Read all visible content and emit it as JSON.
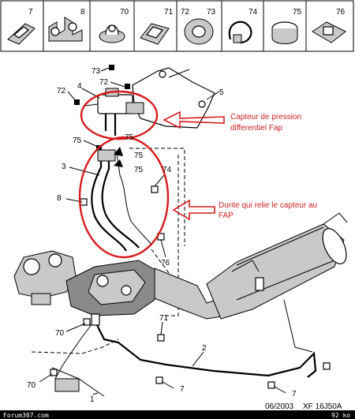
{
  "legend": {
    "items": [
      {
        "num": "7",
        "icon": "clip-icon"
      },
      {
        "num": "8",
        "icon": "double-clip-icon"
      },
      {
        "num": "70",
        "icon": "round-clip-icon"
      },
      {
        "num": "71",
        "icon": "bracket-clip-icon"
      },
      {
        "num": "72",
        "icon": "grommet-icon"
      },
      {
        "num": "73",
        "icon": "grommet-icon"
      },
      {
        "num": "74",
        "icon": "hose-clamp-icon"
      },
      {
        "num": "75",
        "icon": "collar-clamp-icon"
      },
      {
        "num": "76",
        "icon": "connector-clip-icon"
      }
    ]
  },
  "callouts": {
    "c73": "73",
    "c72a": "72",
    "c72b": "72",
    "c4": "4",
    "c5": "5",
    "c75a": "75",
    "c75b": "75",
    "c75c": "75",
    "c75d": "75",
    "c3": "3",
    "c74": "74",
    "c8": "8",
    "c76": "76",
    "c70a": "70",
    "c71": "71",
    "c2": "2",
    "c70b": "70",
    "c7a": "7",
    "c1": "1",
    "c7b": "7"
  },
  "annotations": {
    "sensor_line1": "Capteur de pression",
    "sensor_line2": "differentiel Fap",
    "hose_line1": "Durite qui relie le capteur au",
    "hose_line2": "FAP"
  },
  "footer": {
    "date_ref": "06/2003",
    "drawing_ref": "XF 16J50A",
    "forum": "Forum307.com",
    "file_size": "92 ko"
  },
  "colors": {
    "annotation": "#cc1f1f",
    "footer_bar": "#000000"
  }
}
